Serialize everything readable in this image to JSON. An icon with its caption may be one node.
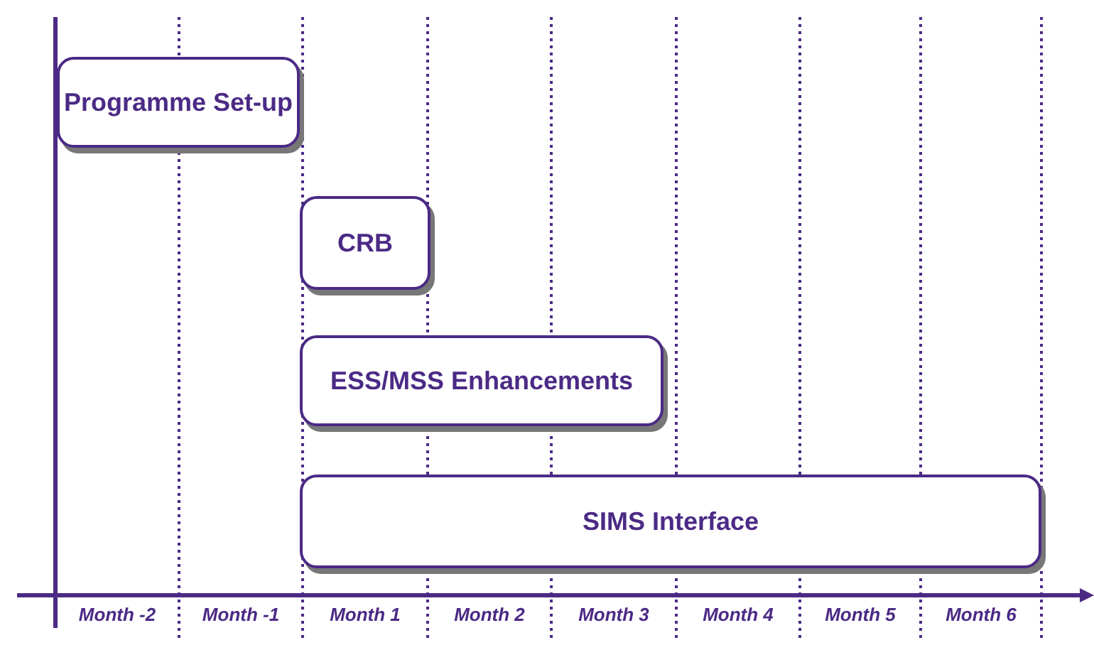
{
  "diagram": {
    "nodes": [
      {
        "text": [
          "Programme Set-up"
        ]
      },
      {
        "text": [
          "CRB"
        ]
      },
      {
        "text": [
          "ESS/MSS Enhancements"
        ]
      },
      {
        "text": [
          "SIMS Interface"
        ]
      }
    ],
    "labels": [
      "Month -2",
      "Month -1",
      "Month 1",
      "Month 2",
      "Month 3",
      "Month 4",
      "Month 5",
      "Month 6"
    ]
  }
}
